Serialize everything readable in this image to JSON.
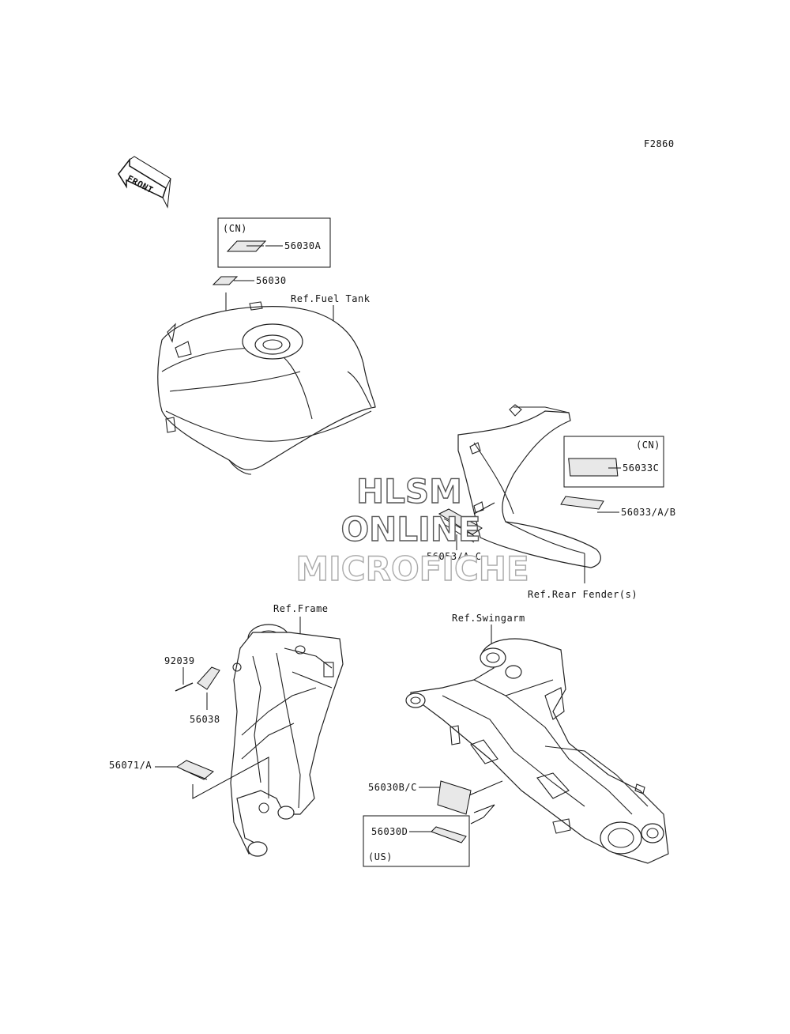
{
  "diagram_code": "F2860",
  "front_arrow": "FRONT",
  "labels": {
    "cn_1": "(CN)",
    "p56030A": "56030A",
    "p56030": "56030",
    "ref_fuel_tank": "Ref.Fuel Tank",
    "cn_2": "(CN)",
    "p56033C": "56033C",
    "p56033AB": "56033/A/B",
    "p56053AC": "56053/A~C",
    "ref_rear_fender": "Ref.Rear Fender(s)",
    "ref_frame": "Ref.Frame",
    "p92039": "92039",
    "p56038": "56038",
    "p56071A": "56071/A",
    "ref_swingarm": "Ref.Swingarm",
    "p56030BC": "56030B/C",
    "p56030D": "56030D",
    "us": "(US)"
  },
  "watermark": {
    "line1": "HLSM",
    "line2": "ONLINE",
    "line3": "MICROFICHE"
  }
}
